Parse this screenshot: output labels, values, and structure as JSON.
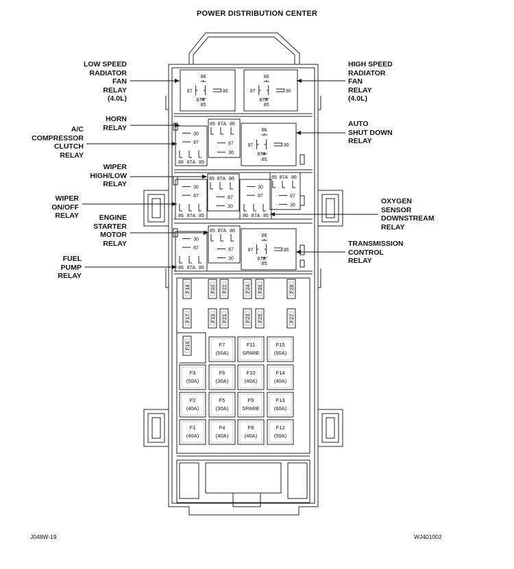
{
  "title": "POWER DISTRIBUTION CENTER",
  "footer": {
    "left_code": "J048W-19",
    "right_code": "WJ401002"
  },
  "callouts_left": {
    "low_speed_fan": [
      "LOW SPEED",
      "RADIATOR",
      "FAN",
      "RELAY",
      "(4.0L)"
    ],
    "horn": [
      "HORN",
      "RELAY"
    ],
    "ac_clutch": [
      "A/C",
      "COMPRESSOR",
      "CLUTCH",
      "RELAY"
    ],
    "wiper_high_low": [
      "WIPER",
      "HIGH/LOW",
      "RELAY"
    ],
    "wiper_on_off": [
      "WIPER",
      "ON/OFF",
      "RELAY"
    ],
    "starter": [
      "ENGINE",
      "STARTER",
      "MOTOR",
      "RELAY"
    ],
    "fuel_pump": [
      "FUEL",
      "PUMP",
      "RELAY"
    ]
  },
  "callouts_right": {
    "high_speed_fan": [
      "HIGH SPEED",
      "RADIATOR",
      "FAN",
      "RELAY",
      "(4.0L)"
    ],
    "auto_shutdown": [
      "AUTO",
      "SHUT DOWN",
      "RELAY"
    ],
    "o2_sensor": [
      "OXYGEN",
      "SENSOR",
      "DOWNSTREAM",
      "RELAY"
    ],
    "transmission": [
      "TRANSMISSION",
      "CONTROL",
      "RELAY"
    ]
  },
  "pins": {
    "p86": "86",
    "p87": "87",
    "p87a": "87A",
    "p85": "85",
    "p30": "30"
  },
  "mini_fuses": {
    "row1": [
      "F18",
      "F20",
      "F22",
      "F24",
      "F26",
      "F28"
    ],
    "row2": [
      "F17",
      "F19",
      "F21",
      "F23",
      "F25",
      "F27"
    ],
    "single": [
      "F16"
    ]
  },
  "maxi_fuses": [
    [
      {
        "id": "F7",
        "rating": "(50A)"
      },
      {
        "id": "F11",
        "rating": "SPARE"
      },
      {
        "id": "F15",
        "rating": "(50A)"
      }
    ],
    [
      {
        "id": "F3",
        "rating": "(50A)"
      },
      {
        "id": "F6",
        "rating": "(30A)"
      },
      {
        "id": "F10",
        "rating": "(40A)"
      },
      {
        "id": "F14",
        "rating": "(40A)"
      }
    ],
    [
      {
        "id": "F2",
        "rating": "(40A)"
      },
      {
        "id": "F5",
        "rating": "(30A)"
      },
      {
        "id": "F9",
        "rating": "SPARE"
      },
      {
        "id": "F13",
        "rating": "(60A)"
      }
    ],
    [
      {
        "id": "F1",
        "rating": "(40A)"
      },
      {
        "id": "F4",
        "rating": "(40A)"
      },
      {
        "id": "F8",
        "rating": "(40A)"
      },
      {
        "id": "F12",
        "rating": "(50A)"
      }
    ]
  ]
}
